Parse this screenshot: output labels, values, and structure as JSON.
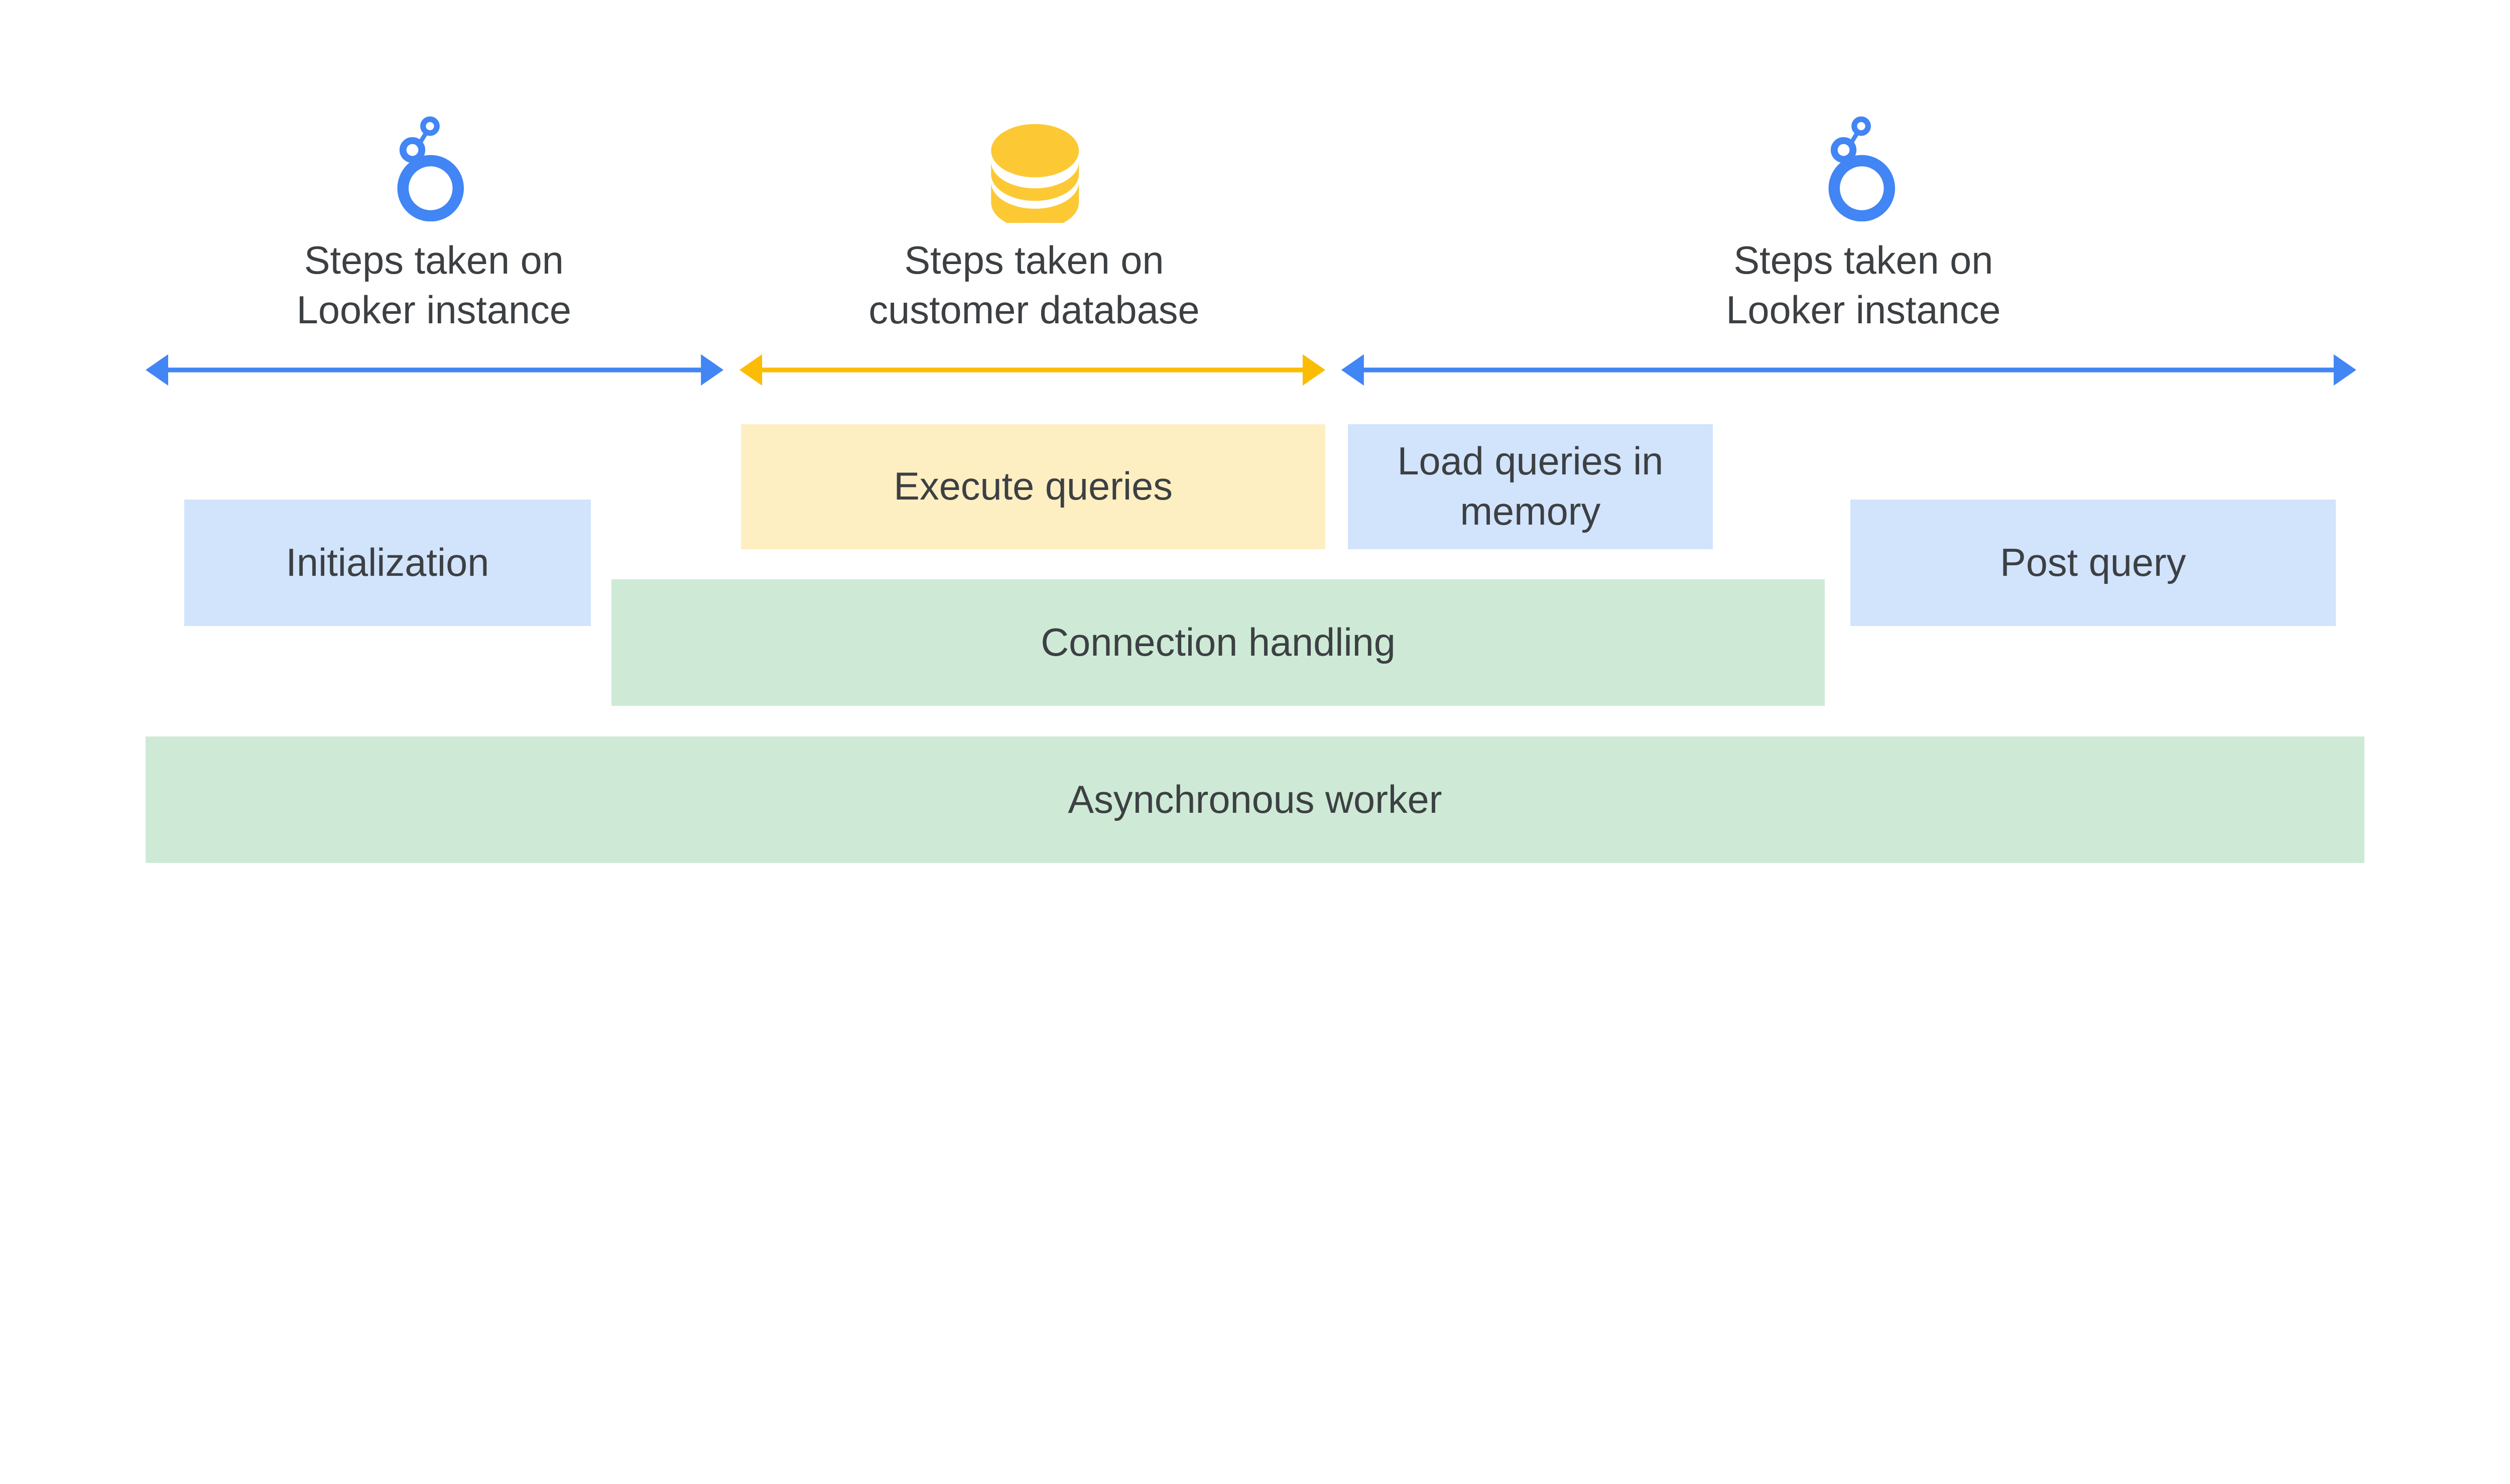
{
  "sections": [
    {
      "icon": "looker-logo-icon",
      "line1": "Steps taken on",
      "line2": "Looker instance",
      "color": "#4285f4"
    },
    {
      "icon": "database-icon",
      "line1": "Steps taken on",
      "line2": "customer database",
      "color": "#fbbc04"
    },
    {
      "icon": "looker-logo-icon",
      "line1": "Steps taken on",
      "line2": "Looker instance",
      "color": "#4285f4"
    }
  ],
  "boxes": {
    "execute_queries": "Execute queries",
    "load_queries_line1": "Load queries in",
    "load_queries_line2": "memory",
    "initialization": "Initialization",
    "post_query": "Post query",
    "connection_handling": "Connection handling",
    "asynchronous_worker": "Asynchronous worker"
  },
  "colors": {
    "text": "#3c4043",
    "looker_blue": "#4285f4",
    "database_yellow": "#fcc934",
    "box_blue": "#d2e3fc",
    "box_green": "#ceead6",
    "box_yellow": "#feefc3"
  }
}
